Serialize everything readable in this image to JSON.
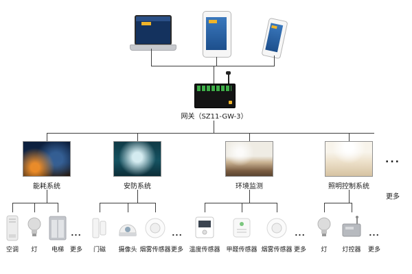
{
  "top_devices": [
    {
      "icon": "laptop-icon"
    },
    {
      "icon": "tablet-icon"
    },
    {
      "icon": "smartphone-icon"
    }
  ],
  "gateway": {
    "label": "网关（SZ11-GW-3）",
    "icon": "gateway-device-icon"
  },
  "systems": [
    {
      "label": "能耗系统",
      "image": "city-night-photo",
      "devices": [
        {
          "label": "空调",
          "icon": "air-conditioner-icon"
        },
        {
          "label": "灯",
          "icon": "light-bulb-icon"
        },
        {
          "label": "电梯",
          "icon": "elevator-icon"
        }
      ],
      "more": {
        "dots": "...",
        "label": "更多"
      }
    },
    {
      "label": "安防系统",
      "image": "smart-security-photo",
      "devices": [
        {
          "label": "门磁",
          "icon": "door-contact-icon"
        },
        {
          "label": "摄像头",
          "icon": "camera-icon"
        },
        {
          "label": "烟雾传感器",
          "icon": "smoke-sensor-icon"
        }
      ],
      "more": {
        "dots": "...",
        "label": "更多"
      }
    },
    {
      "label": "环境监测",
      "image": "indoor-environment-photo",
      "devices": [
        {
          "label": "温度传感器",
          "icon": "temperature-sensor-icon"
        },
        {
          "label": "甲醛传感器",
          "icon": "formaldehyde-sensor-icon"
        },
        {
          "label": "烟雾传感器",
          "icon": "smoke-sensor-icon"
        }
      ],
      "more": {
        "dots": "...",
        "label": "更多"
      }
    },
    {
      "label": "照明控制系统",
      "image": "lighting-room-photo",
      "devices": [
        {
          "label": "灯",
          "icon": "light-bulb-icon"
        },
        {
          "label": "灯控器",
          "icon": "light-controller-icon"
        }
      ],
      "more": {
        "dots": "...",
        "label": "更多"
      }
    }
  ],
  "more_branch": {
    "dots": "...",
    "label": "更多"
  },
  "colors": {
    "line": "#3c3c3c",
    "accent_yellow": "#f0b429",
    "gateway_green": "#3fae49"
  }
}
